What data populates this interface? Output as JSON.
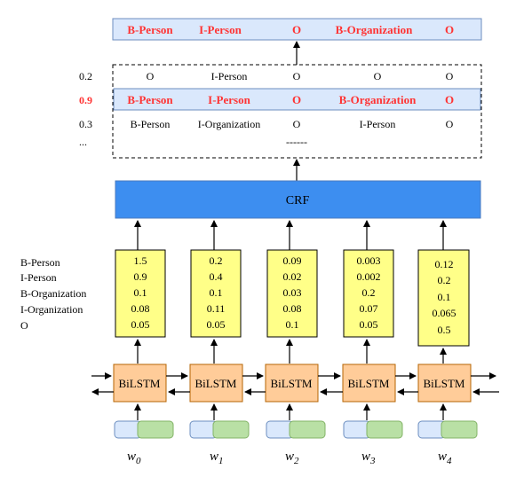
{
  "output": {
    "tags": [
      "B-Person",
      "I-Person",
      "O",
      "B-Organization",
      "O"
    ]
  },
  "candidates": [
    {
      "score": "0.2",
      "tags": [
        "O",
        "I-Person",
        "O",
        "O",
        "O"
      ],
      "best": false
    },
    {
      "score": "0.9",
      "tags": [
        "B-Person",
        "I-Person",
        "O",
        "B-Organization",
        "O"
      ],
      "best": true
    },
    {
      "score": "0.3",
      "tags": [
        "B-Person",
        "I-Organization",
        "O",
        "I-Person",
        "O"
      ],
      "best": false
    }
  ],
  "candidates_more": {
    "score": "...",
    "tag": "------"
  },
  "crf_label": "CRF",
  "tag_labels": [
    "B-Person",
    "I-Person",
    "B-Organization",
    "I-Organization",
    "O"
  ],
  "emission_scores": [
    [
      "1.5",
      "0.9",
      "0.1",
      "0.08",
      "0.05"
    ],
    [
      "0.2",
      "0.4",
      "0.1",
      "0.11",
      "0.05"
    ],
    [
      "0.09",
      "0.02",
      "0.03",
      "0.08",
      "0.1"
    ],
    [
      "0.003",
      "0.002",
      "0.2",
      "0.07",
      "0.05"
    ],
    [
      "0.12",
      "0.2",
      "0.1",
      "0.065",
      "0.5"
    ]
  ],
  "bilstm_label": "BiLSTM",
  "words": [
    {
      "base": "w",
      "sub": "0"
    },
    {
      "base": "w",
      "sub": "1"
    },
    {
      "base": "w",
      "sub": "2"
    },
    {
      "base": "w",
      "sub": "3"
    },
    {
      "base": "w",
      "sub": "4"
    }
  ],
  "colors": {
    "highlight_box": "#dae8fc",
    "highlight_border": "#6c8ebf",
    "highlight_text": "#ff3333",
    "crf_fill": "#3d8ef0",
    "score_fill": "#ffff88",
    "bilstm_fill": "#ffcc99",
    "embed_left": "#dae8fc",
    "embed_right": "#b9e0a5"
  }
}
